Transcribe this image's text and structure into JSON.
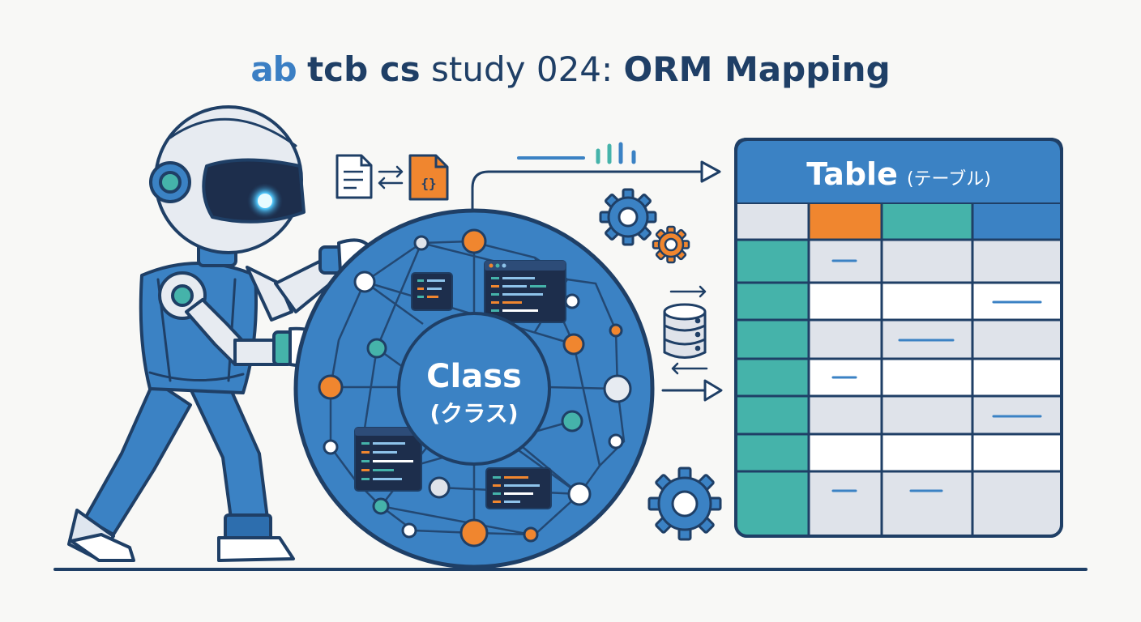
{
  "header": {
    "logo": "ab",
    "brand": "tcb cs",
    "series": "study 024:",
    "topic": "ORM Mapping"
  },
  "class_sphere": {
    "label": "Class",
    "label_ja": "(クラス)"
  },
  "table": {
    "title": "Table",
    "title_ja": "(テーブル)"
  },
  "colors": {
    "navy": "#1f3f66",
    "blue": "#3b82c4",
    "light_blue": "#8ec3ea",
    "orange": "#f0862f",
    "teal": "#45b3aa",
    "light_gray": "#dfe3ea",
    "code_bg": "#1d2e4c",
    "background": "#f8f8f6"
  },
  "icons": [
    "robot",
    "document-icon",
    "json-file-icon",
    "swap-arrows-icon",
    "bar-chart-icon",
    "gear-icon",
    "database-icon",
    "arrow-right-icon"
  ]
}
